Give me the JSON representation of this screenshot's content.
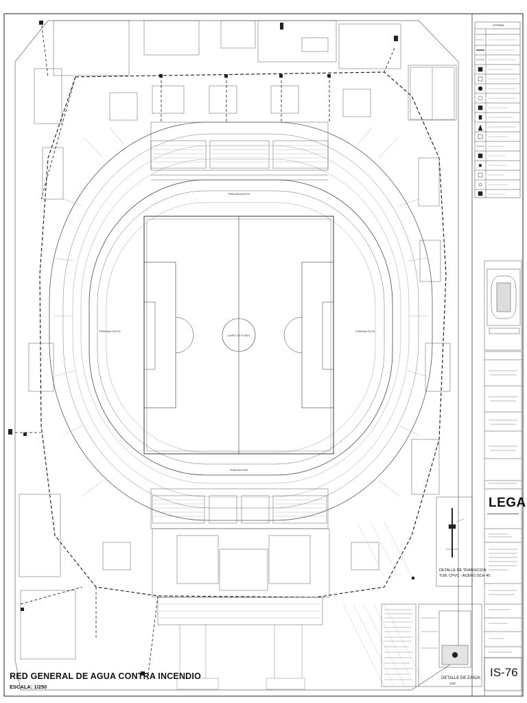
{
  "drawing": {
    "title": "RED GENERAL DE AGUA CONTRA INCENDIO",
    "scale": "ESCALA: 1/250",
    "sheet_number": "IS-76",
    "logo": "LEGADO"
  },
  "field_labels": {
    "tribuna_norte": "TRIBUNA NORTE",
    "tribuna_sur": "TRIBUNA SUR",
    "tribuna_este": "TRIBUNA ESTE",
    "tribuna_oeste": "TRIBUNA OESTE",
    "center": "CAMPO DE FUTBOL"
  },
  "details": {
    "transition_line1": "DETALLE DE TRANSICION",
    "transition_line2": "TUB. CPVC - ACERO SCH 40",
    "trench": "DETALLE DE ZANJA",
    "trench_scale": "1/10"
  },
  "legend": {
    "title": "LEYENDA"
  },
  "colors": {
    "line": "#333333",
    "light_line": "#8a8a8a",
    "background": "#ffffff"
  }
}
